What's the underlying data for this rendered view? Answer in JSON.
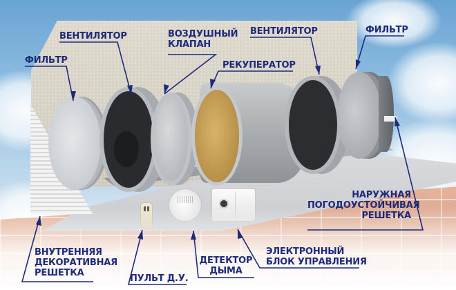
{
  "diagram": {
    "subject": "Recuperator ventilation unit cross-section",
    "colors": {
      "label_text": "#1d2b7a",
      "leader_line": "#1d2b7a",
      "sky": "#8fbde0",
      "wall": "#d6cfc3",
      "brick": "#e0a285",
      "metal": "#b9bcc0",
      "recuperator_core": "#c9a25a"
    },
    "labels": {
      "filter_left": "ФИЛЬТР",
      "fan_left": "ВЕНТИЛЯТОР",
      "air_valve_line1": "ВОЗДУШНЫЙ",
      "air_valve_line2": "КЛАПАН",
      "recuperator": "РЕКУПЕРАТОР",
      "fan_right": "ВЕНТИЛЯТОР",
      "filter_right": "ФИЛЬТР",
      "outer_grille_line1": "НАРУЖНАЯ",
      "outer_grille_line2": "ПОГОДОУСТОЙЧИВАЯ",
      "outer_grille_line3": "РЕШЕТКА",
      "inner_grille_line1": "ВНУТРЕННЯЯ",
      "inner_grille_line2": "ДЕКОРАТИВНАЯ",
      "inner_grille_line3": "РЕШЕТКА",
      "remote_control": "ПУЛЬТ Д.У.",
      "smoke_detector_line1": "ДЕТЕКТОР",
      "smoke_detector_line2": "ДЫМА",
      "control_unit_line1": "ЭЛЕКТРОННЫЙ",
      "control_unit_line2": "БЛОК УПРАВЛЕНИЯ"
    }
  }
}
